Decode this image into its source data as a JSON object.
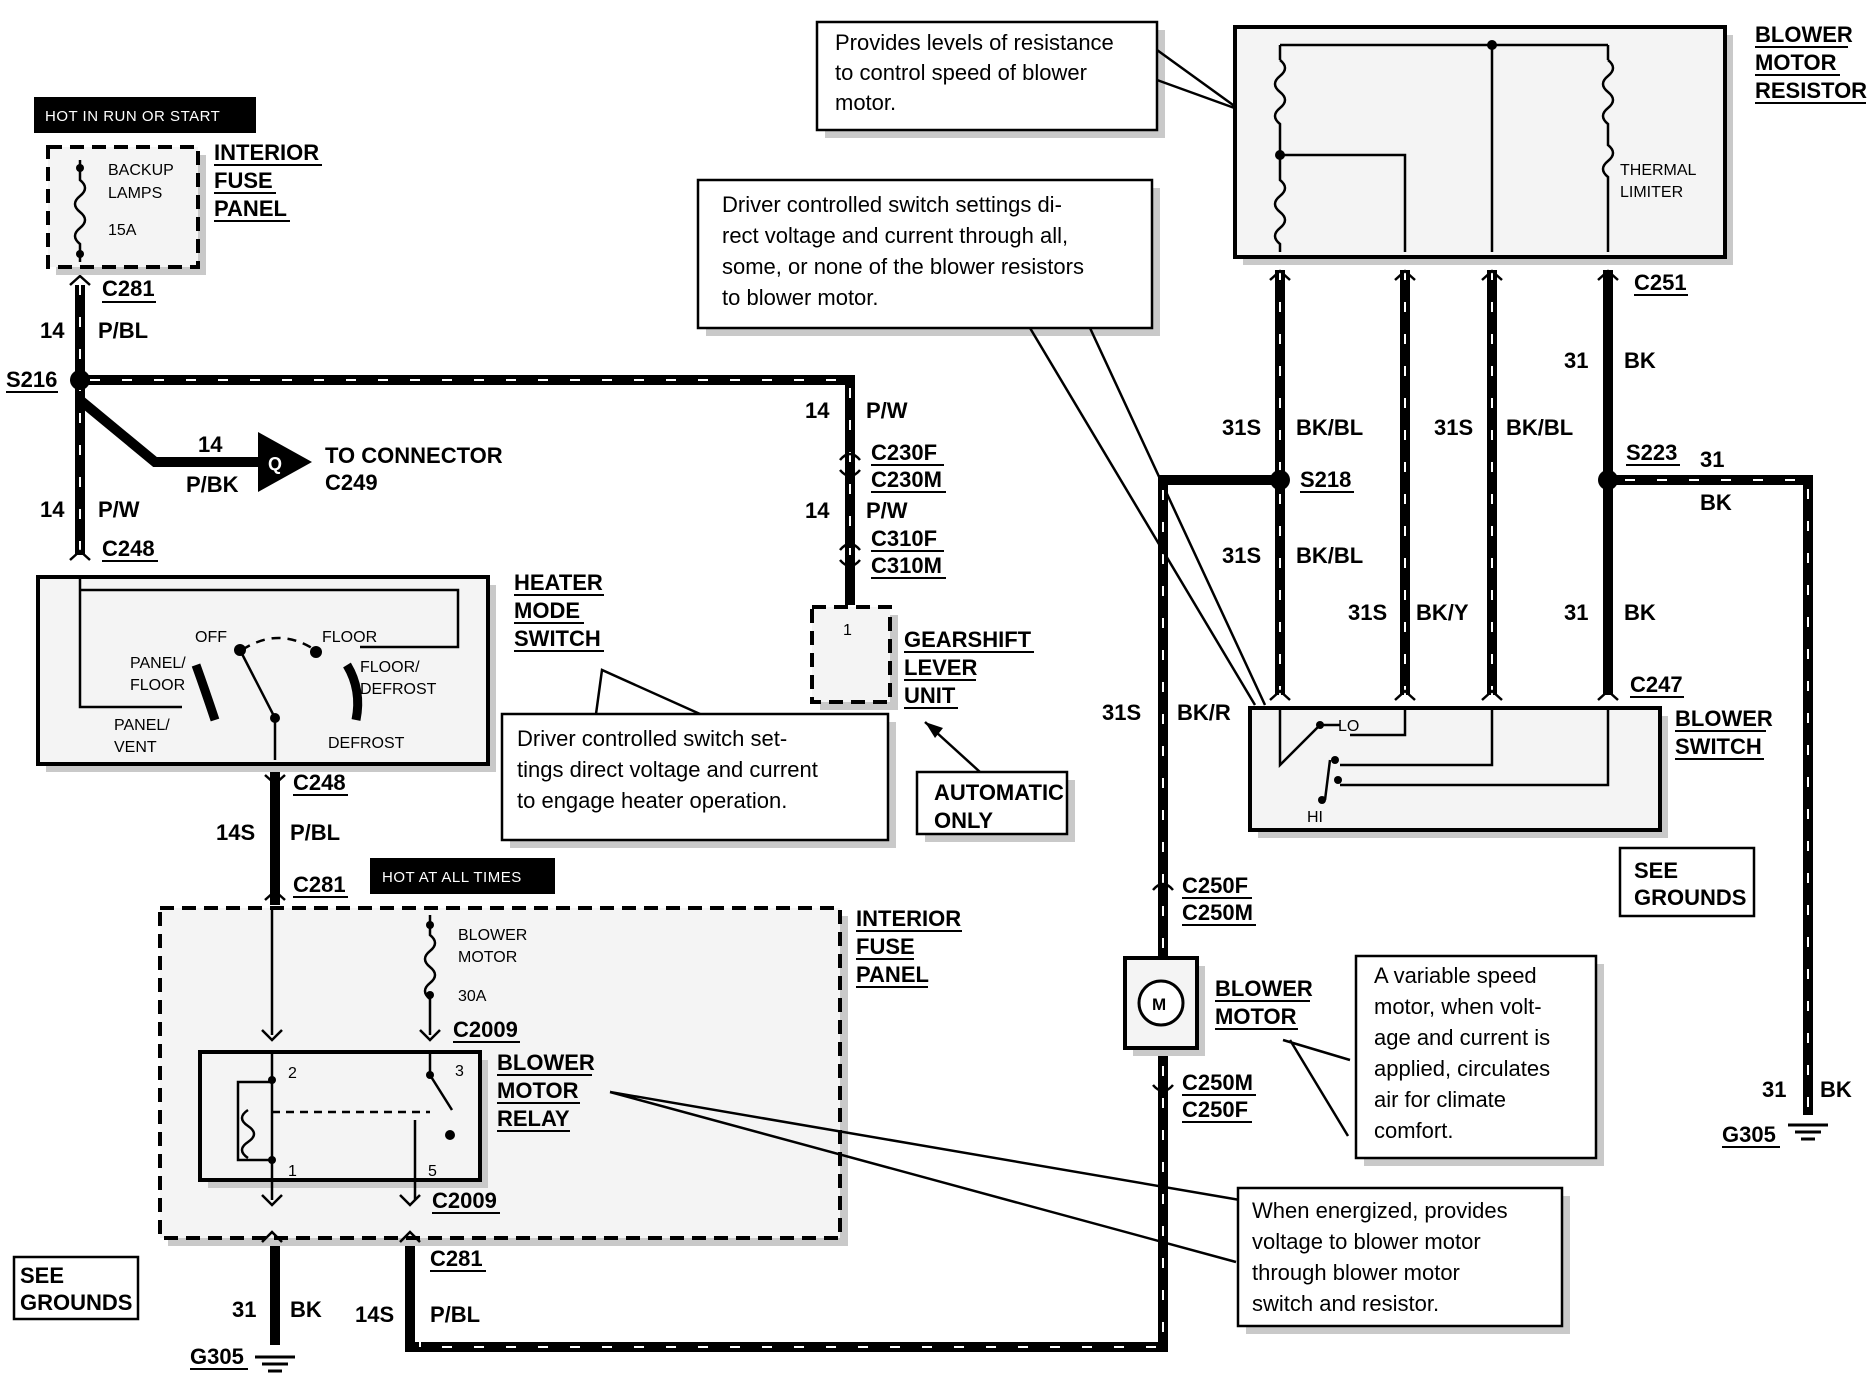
{
  "tags": {
    "hot_run_start": "HOT IN RUN OR START",
    "hot_all_times": "HOT AT ALL TIMES"
  },
  "components": {
    "interior_fuse_panel_top": [
      "INTERIOR",
      "FUSE",
      "PANEL"
    ],
    "fuse_backup": [
      "BACKUP",
      "LAMPS",
      "15A"
    ],
    "heater_mode_switch": [
      "HEATER",
      "MODE",
      "SWITCH"
    ],
    "gearshift_lever_unit": [
      "GEARSHIFT",
      "LEVER",
      "UNIT"
    ],
    "automatic_only": [
      "AUTOMATIC",
      "ONLY"
    ],
    "blower_motor_resistor": [
      "BLOWER",
      "MOTOR",
      "RESISTOR"
    ],
    "thermal_limiter": [
      "THERMAL",
      "LIMITER"
    ],
    "blower_switch": [
      "BLOWER",
      "SWITCH"
    ],
    "blower_switch_positions": [
      "LO",
      "HI"
    ],
    "see_grounds": [
      "SEE",
      "GROUNDS"
    ],
    "interior_fuse_panel_bottom": [
      "INTERIOR",
      "FUSE",
      "PANEL"
    ],
    "fuse_blower": [
      "BLOWER",
      "MOTOR",
      "30A"
    ],
    "blower_motor_relay": [
      "BLOWER",
      "MOTOR",
      "RELAY"
    ],
    "blower_motor": [
      "BLOWER",
      "MOTOR"
    ],
    "motor_symbol": "M",
    "to_connector": [
      "TO CONNECTOR",
      "C249"
    ],
    "connector_q": "Q",
    "gearshift_pin": "1",
    "relay_pins": [
      "2",
      "3",
      "1",
      "5"
    ]
  },
  "heater_switch_positions": {
    "off": "OFF",
    "floor": "FLOOR",
    "panel_floor": [
      "PANEL/",
      "FLOOR"
    ],
    "floor_defrost": [
      "FLOOR/",
      "DEFROST"
    ],
    "panel_vent": [
      "PANEL/",
      "VENT"
    ],
    "defrost": "DEFROST"
  },
  "connectors": {
    "c281_top": "C281",
    "s216": "S216",
    "c248_a": "C248",
    "c248_b": "C248",
    "c281_mid": "C281",
    "c2009_a": "C2009",
    "c2009_b": "C2009",
    "c281_bot": "C281",
    "c230f": "C230F",
    "c230m": "C230M",
    "c310f": "C310F",
    "c310m": "C310M",
    "c251": "C251",
    "s218": "S218",
    "s223": "S223",
    "c247": "C247",
    "c250f_a": "C250F",
    "c250m_a": "C250M",
    "c250m_b": "C250M",
    "c250f_b": "C250F",
    "g305_left": "G305",
    "g305_right": "G305"
  },
  "wires": {
    "w14_pbl_num": "14",
    "w14_pbl_col": "P/BL",
    "w14_pbk_num": "14",
    "w14_pbk_col": "P/BK",
    "w14_pw_left_num": "14",
    "w14_pw_left_col": "P/W",
    "w14_pw_top_num": "14",
    "w14_pw_top_col": "P/W",
    "w14_pw_mid_num": "14",
    "w14_pw_mid_col": "P/W",
    "w14s_pbl_num": "14S",
    "w14s_pbl_col": "P/BL",
    "w31_bk_left_num": "31",
    "w31_bk_left_col": "BK",
    "w14s_pbl_bot_num": "14S",
    "w14s_pbl_bot_col": "P/BL",
    "w31s_bkr_num": "31S",
    "w31s_bkr_col": "BK/R",
    "w31s_bkbl_a_num": "31S",
    "w31s_bkbl_a_col": "BK/BL",
    "w31s_bkbl_b_num": "31S",
    "w31s_bkbl_b_col": "BK/BL",
    "w31s_bkbl_c_num": "31S",
    "w31s_bkbl_c_col": "BK/BL",
    "w31s_bky_num": "31S",
    "w31s_bky_col": "BK/Y",
    "w31_bk_a_num": "31",
    "w31_bk_a_col": "BK",
    "w31_bk_b_num": "31",
    "w31_bk_b_col": "BK",
    "w31_bk_s223_num": "31",
    "w31_bk_s223_col": "BK",
    "w31_bk_right_num": "31",
    "w31_bk_right_col": "BK"
  },
  "callouts": {
    "resistor_note": [
      "Provides levels of resistance",
      "to control speed of blower",
      "motor."
    ],
    "switch_note": [
      "Driver controlled switch settings di-",
      "rect voltage and current through all,",
      "some, or none of the blower resistors",
      "to blower motor."
    ],
    "heater_note": [
      "Driver controlled switch set-",
      "tings direct voltage and current",
      "to engage heater operation."
    ],
    "motor_note": [
      "A variable speed",
      "motor,  when  volt-",
      "age and current is",
      "applied, circulates",
      "air for climate",
      "comfort."
    ],
    "relay_note": [
      "When energized, provides",
      "voltage to blower motor",
      "through  blower motor",
      "switch and resistor."
    ]
  }
}
